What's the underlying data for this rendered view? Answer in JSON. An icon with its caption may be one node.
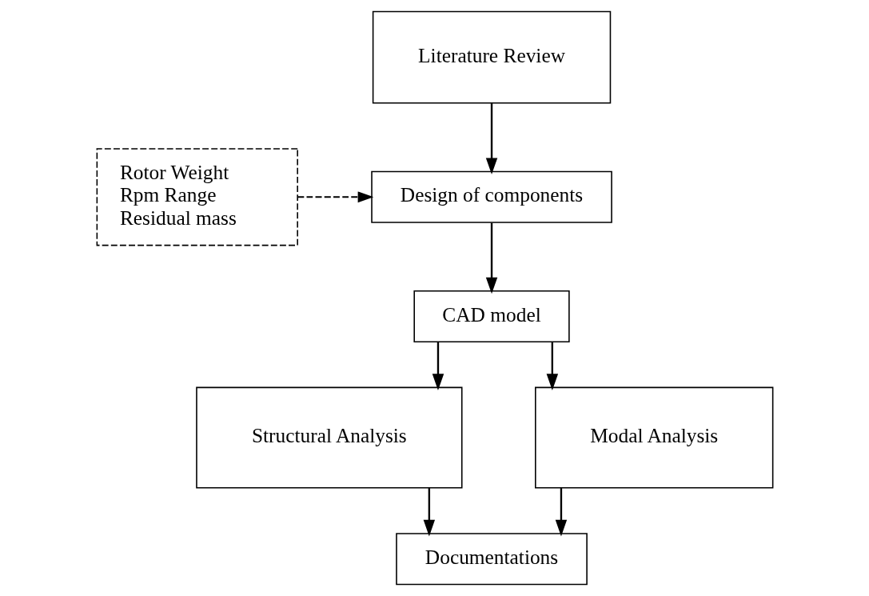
{
  "diagram": {
    "nodes": [
      {
        "text": [
          "Literature Review"
        ]
      },
      {
        "text": [
          "Design of components"
        ]
      },
      {
        "text": [
          "Rotor Weight",
          "Rpm Range",
          "Residual mass"
        ]
      },
      {
        "text": [
          "CAD model"
        ]
      },
      {
        "text": [
          "Structural Analysis"
        ]
      },
      {
        "text": [
          "Modal Analysis"
        ]
      },
      {
        "text": [
          "Documentations"
        ]
      }
    ],
    "edges": [
      {
        "from": 0,
        "to": 1,
        "arrow": "to"
      },
      {
        "from": 2,
        "to": 1,
        "arrow": "to",
        "style": "dashed"
      },
      {
        "from": 1,
        "to": 3,
        "arrow": "to"
      },
      {
        "from": 3,
        "to": 4,
        "arrow": "to"
      },
      {
        "from": 3,
        "to": 5,
        "arrow": "to"
      },
      {
        "from": 4,
        "to": 6,
        "arrow": "to"
      },
      {
        "from": 5,
        "to": 6,
        "arrow": "to"
      }
    ]
  }
}
